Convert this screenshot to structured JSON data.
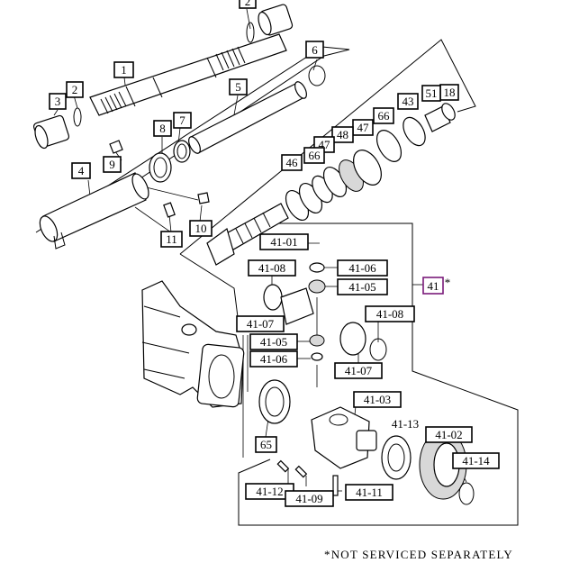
{
  "labels": {
    "p1": "1",
    "p2a": "2",
    "p2b": "2",
    "p3": "3",
    "p4": "4",
    "p5": "5",
    "p6": "6",
    "p7": "7",
    "p8": "8",
    "p9": "9",
    "p10": "10",
    "p11": "11",
    "p18": "18",
    "p41": "41",
    "p41_star": "*",
    "p41_01": "41-01",
    "p41_02": "41-02",
    "p41_03": "41-03",
    "p41_05a": "41-05",
    "p41_05b": "41-05",
    "p41_06a": "41-06",
    "p41_06b": "41-06",
    "p41_07a": "41-07",
    "p41_07b": "41-07",
    "p41_08a": "41-08",
    "p41_08b": "41-08",
    "p41_09": "41-09",
    "p41_11": "41-11",
    "p41_12": "41-12",
    "p41_13": "41-13",
    "p41_14": "41-14",
    "p43": "43",
    "p46": "46",
    "p47a": "47",
    "p47b": "47",
    "p48": "48",
    "p51": "51",
    "p65": "65",
    "p66a": "66",
    "p66b": "66"
  },
  "footnote": "*NOT SERVICED SEPARATELY",
  "colors": {
    "ink": "#000000",
    "highlight_box": "#7a1a7a",
    "paper": "#ffffff"
  }
}
